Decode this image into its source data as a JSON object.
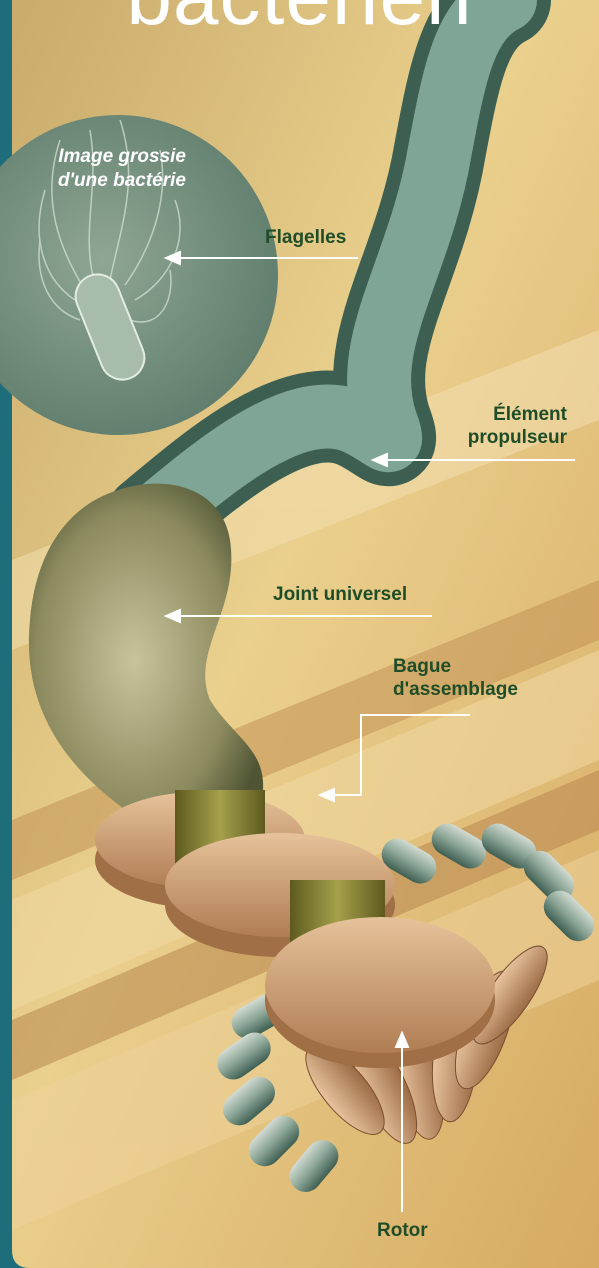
{
  "title": "bactérien",
  "inset": {
    "caption_line1": "Image grossie",
    "caption_line2": "d'une bactérie"
  },
  "labels": {
    "flagelles": "Flagelles",
    "propulseur_line1": "Élément",
    "propulseur_line2": "propulseur",
    "joint": "Joint universel",
    "bague_line1": "Bague",
    "bague_line2": "d'assemblage",
    "rotor": "Rotor"
  },
  "colors": {
    "frame": "#1d6e7a",
    "background": "#e5c47c",
    "label_text": "#1f4d27",
    "filament": "#6d9686",
    "joint": "#8f8d63",
    "ring": "#c89a6c",
    "stator": "#7c9986"
  }
}
